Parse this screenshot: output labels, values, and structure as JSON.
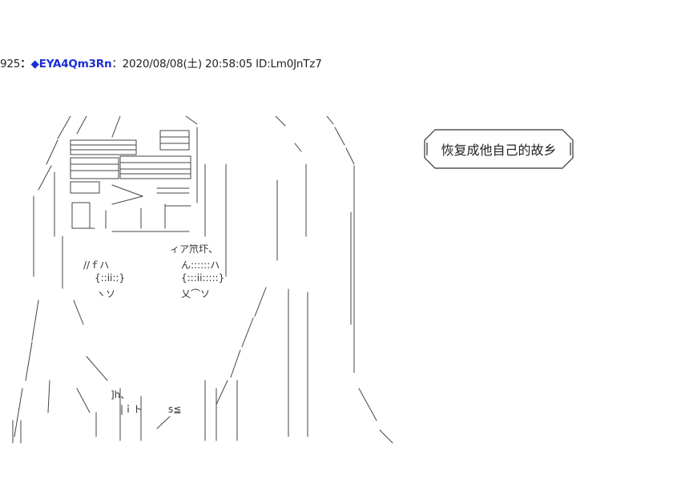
{
  "post": {
    "number_prefix": "925",
    "colon": "：",
    "trip": "◆EYA4Qm3Rn",
    "date_sep": "：",
    "datetime": "2020/08/08(土) 20:58:05",
    "id": "ID:Lm0JnTz7"
  },
  "art": {
    "glyphs": [
      "ィア笊圷、",
      "ん::::::ハ",
      "乂⌒ソ",
      "//ｆハ",
      "{::ii::}",
      "{:::ii:::::}",
      "s≦",
      "]h、",
      "|ｉト",
      "ヽソ"
    ]
  },
  "bubble": {
    "text": "恢复成他自己的故乡"
  }
}
